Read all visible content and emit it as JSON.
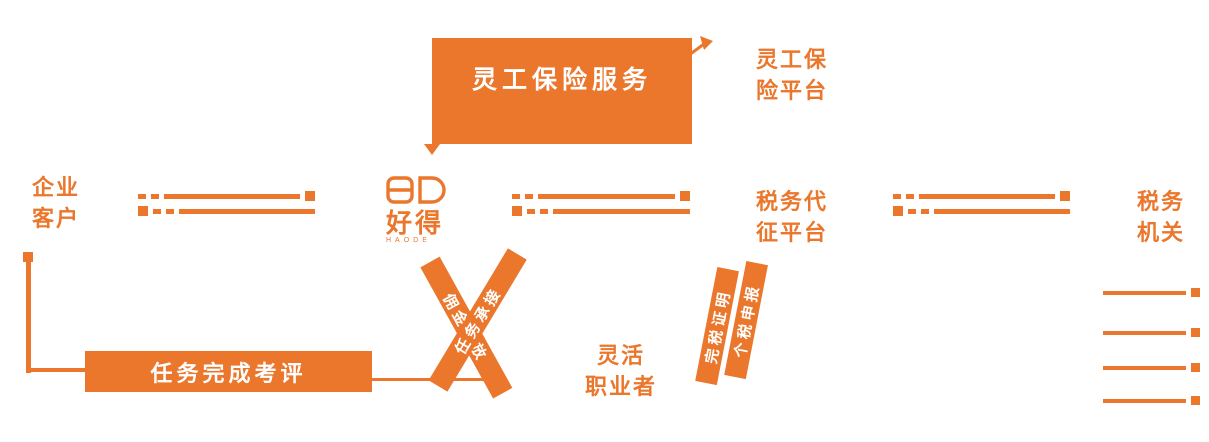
{
  "palette": {
    "orange": "#EA772C",
    "background": "#FFFFFF",
    "box_text": "#FFFFFF"
  },
  "top_box": {
    "label": "灵工保险服务"
  },
  "labels": {
    "insurance_platform": {
      "line1": "灵工保",
      "line2": "险平台"
    },
    "enterprise_client": {
      "line1": "企业",
      "line2": "客户"
    },
    "tax_agent": {
      "line1": "税务代",
      "line2": "征平台"
    },
    "tax_authority": {
      "line1": "税务",
      "line2": "机关"
    },
    "flexible_worker": {
      "line1": "灵活",
      "line2": "职业者"
    }
  },
  "brand": {
    "name": "好得",
    "caption": "HAODE"
  },
  "task_eval": {
    "label": "任务完成考评"
  },
  "connectors": {
    "commission": "佣金发放",
    "task_accept": "任务承接",
    "tax_certificate": "完税证明",
    "tax_filing": "个税申报"
  },
  "icons": {
    "arrow_to_insurance": "arrow-up-right-icon",
    "arrow_down": "triangle-down-icon",
    "line_end": "square-endpoint"
  },
  "legend_lines": [
    {
      "style": "dashed-right-square"
    },
    {
      "style": "solid-right-square"
    },
    {
      "style": "solid-right-square"
    },
    {
      "style": "dashed-right-square"
    }
  ]
}
